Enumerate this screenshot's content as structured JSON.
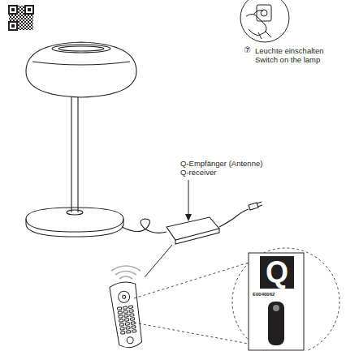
{
  "diagram": {
    "labels": [
      "⑦",
      "Leuchte einschalten",
      "Switch on the lamp",
      "Q-Empfänger (Antenne)",
      "Q-receiver",
      "Q",
      "E0040062"
    ]
  }
}
